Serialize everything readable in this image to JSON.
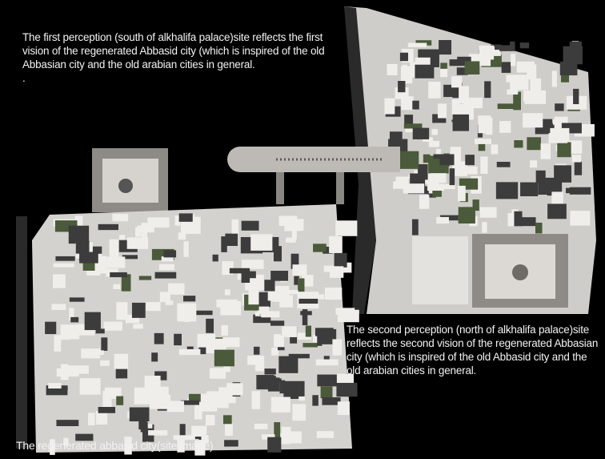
{
  "first_perception": {
    "text": "The first perception (south of alkhalifa palace)site reflects the first\nvision of the regenerated  Abbasid city (which is inspired of the old\nAbbasian city and the old arabian cities in general.\n ."
  },
  "second_perception": {
    "text": "The second perception (north of alkhalifa palace)site\nreflects the second vision of the regenerated  Abbasian\ncity  (which is inspired of the old Abbasid city and the\nold  arabian cities in general."
  },
  "caption": "The regenerated abbasid city(site image)",
  "colors": {
    "background": "#000000",
    "site": "#d8d6d2",
    "shadow": "#3a3a3a",
    "green": "#4a5a3a"
  }
}
